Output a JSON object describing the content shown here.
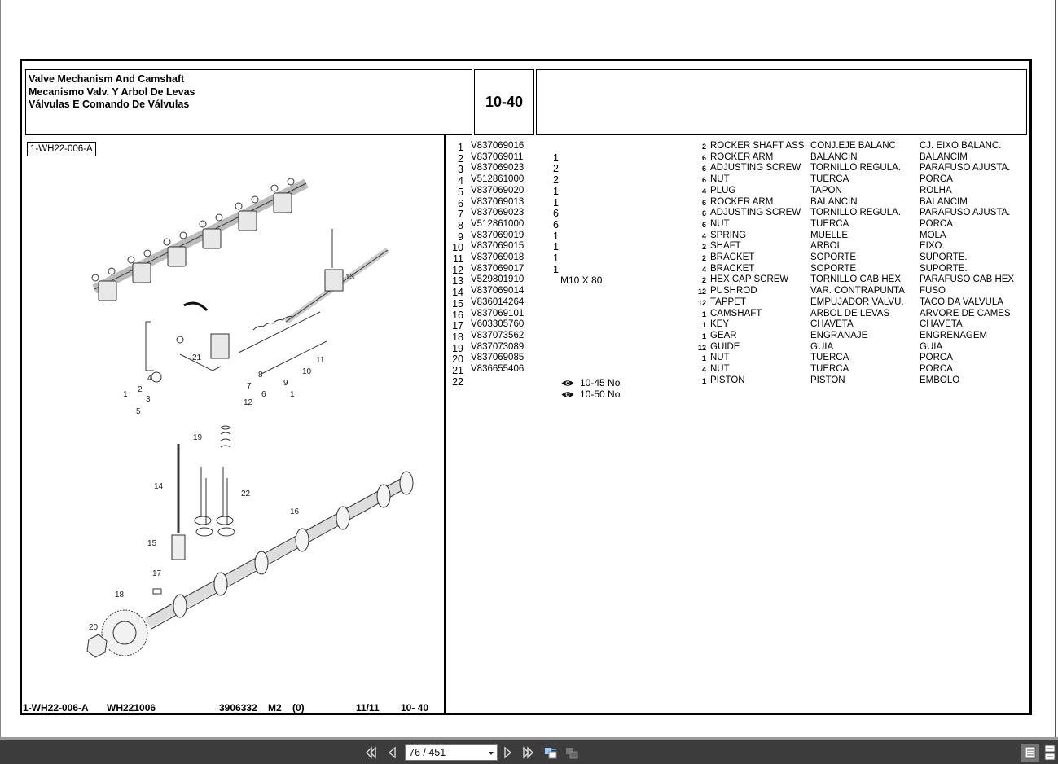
{
  "document": {
    "titles": [
      "Valve Mechanism And Camshaft",
      "Mecanismo Valv. Y Arbol De Levas",
      "Válvulas E Comando De Válvulas"
    ],
    "section_code": "10-40",
    "illustration_ref": "1-WH22-006-A",
    "diagram_callouts": [
      "1",
      "2",
      "3",
      "4",
      "5",
      "6",
      "7",
      "8",
      "9",
      "10",
      "11",
      "12",
      "13",
      "14",
      "15",
      "16",
      "17",
      "18",
      "19",
      "20",
      "21",
      "22"
    ],
    "parts": [
      {
        "item": "1",
        "part": "V837069016",
        "qty": "",
        "note": "",
        "count": "2",
        "en": "ROCKER SHAFT ASS",
        "es": "CONJ.EJE BALANC",
        "pt": "CJ. EIXO BALANC."
      },
      {
        "item": "2",
        "part": "V837069011",
        "qty": "1",
        "note": "",
        "count": "6",
        "en": "ROCKER ARM",
        "es": "BALANCIN",
        "pt": "BALANCIM"
      },
      {
        "item": "3",
        "part": "V837069023",
        "qty": "2",
        "note": "",
        "count": "6",
        "en": "ADJUSTING SCREW",
        "es": "TORNILLO REGULA.",
        "pt": "PARAFUSO AJUSTA."
      },
      {
        "item": "4",
        "part": "V512861000",
        "qty": "2",
        "note": "",
        "count": "6",
        "en": "NUT",
        "es": "TUERCA",
        "pt": "PORCA"
      },
      {
        "item": "5",
        "part": "V837069020",
        "qty": "1",
        "note": "",
        "count": "4",
        "en": "PLUG",
        "es": "TAPON",
        "pt": "ROLHA"
      },
      {
        "item": "6",
        "part": "V837069013",
        "qty": "1",
        "note": "",
        "count": "6",
        "en": "ROCKER ARM",
        "es": "BALANCIN",
        "pt": "BALANCIM"
      },
      {
        "item": "7",
        "part": "V837069023",
        "qty": "6",
        "note": "",
        "count": "6",
        "en": "ADJUSTING SCREW",
        "es": "TORNILLO REGULA.",
        "pt": "PARAFUSO AJUSTA."
      },
      {
        "item": "8",
        "part": "V512861000",
        "qty": "6",
        "note": "",
        "count": "6",
        "en": "NUT",
        "es": "TUERCA",
        "pt": "PORCA"
      },
      {
        "item": "9",
        "part": "V837069019",
        "qty": "1",
        "note": "",
        "count": "4",
        "en": "SPRING",
        "es": "MUELLE",
        "pt": "MOLA"
      },
      {
        "item": "10",
        "part": "V837069015",
        "qty": "1",
        "note": "",
        "count": "2",
        "en": "SHAFT",
        "es": "ARBOL",
        "pt": "EIXO."
      },
      {
        "item": "11",
        "part": "V837069018",
        "qty": "1",
        "note": "",
        "count": "2",
        "en": "BRACKET",
        "es": "SOPORTE",
        "pt": "SUPORTE."
      },
      {
        "item": "12",
        "part": "V837069017",
        "qty": "1",
        "note": "",
        "count": "4",
        "en": "BRACKET",
        "es": "SOPORTE",
        "pt": "SUPORTE."
      },
      {
        "item": "13",
        "part": "V529801910",
        "qty": "",
        "note": "M10 X 80",
        "count": "2",
        "en": "HEX CAP SCREW",
        "es": "TORNILLO CAB HEX",
        "pt": "PARAFUSO CAB HEX"
      },
      {
        "item": "14",
        "part": "V837069014",
        "qty": "",
        "note": "",
        "count": "12",
        "en": "PUSHROD",
        "es": "VAR. CONTRAPUNTA",
        "pt": "FUSO"
      },
      {
        "item": "15",
        "part": "V836014264",
        "qty": "",
        "note": "",
        "count": "12",
        "en": "TAPPET",
        "es": "EMPUJADOR VALVU.",
        "pt": "TACO DA VALVULA"
      },
      {
        "item": "16",
        "part": "V837069101",
        "qty": "",
        "note": "",
        "count": "1",
        "en": "CAMSHAFT",
        "es": "ARBOL DE LEVAS",
        "pt": "ARVORE DE CAMES"
      },
      {
        "item": "17",
        "part": "V603305760",
        "qty": "",
        "note": "",
        "count": "1",
        "en": "KEY",
        "es": "CHAVETA",
        "pt": "CHAVETA"
      },
      {
        "item": "18",
        "part": "V837073562",
        "qty": "",
        "note": "",
        "count": "1",
        "en": "GEAR",
        "es": "ENGRANAJE",
        "pt": "ENGRENAGEM"
      },
      {
        "item": "19",
        "part": "V837073089",
        "qty": "",
        "note": "",
        "count": "12",
        "en": "GUIDE",
        "es": "GUIA",
        "pt": "GUIA"
      },
      {
        "item": "20",
        "part": "V837069085",
        "qty": "",
        "note": "",
        "count": "1",
        "en": "NUT",
        "es": "TUERCA",
        "pt": "PORCA"
      },
      {
        "item": "21",
        "part": "V836655406",
        "qty": "",
        "note": "",
        "count": "4",
        "en": "NUT",
        "es": "TUERCA",
        "pt": "PORCA"
      },
      {
        "item": "22",
        "part": "",
        "qty": "",
        "note": "",
        "count": "1",
        "en": "PISTON",
        "es": "PISTON",
        "pt": "EMBOLO"
      }
    ],
    "see_refs": [
      {
        "icon": "eye-icon",
        "label": "10-45 No"
      },
      {
        "icon": "eye-icon",
        "label": "10-50 No"
      }
    ],
    "footer": {
      "ref": "1-WH22-006-A",
      "model": "WH221006",
      "doc_no": "3906332",
      "lang": "M2",
      "rev": "(0)",
      "sheet": "11/11",
      "section": "10- 40"
    }
  },
  "toolbar": {
    "page_indicator": "76 / 451",
    "first_page": "first-page",
    "prev_page": "previous-page",
    "next_page": "next-page",
    "last_page": "last-page"
  }
}
